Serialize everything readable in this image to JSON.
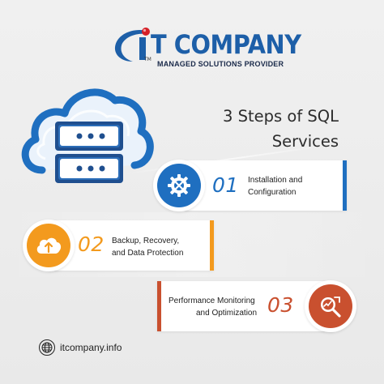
{
  "brand": {
    "name": "T COMPANY",
    "tm": "TM",
    "tagline": "MANAGED SOLUTIONS PROVIDER"
  },
  "headline": {
    "line1": "3 Steps of SQL",
    "line2": "Services"
  },
  "steps": [
    {
      "number": "01",
      "label_line1": "Installation and",
      "label_line2": "Configuration",
      "icon": "gear-wrench-icon",
      "color": "#1f6fc0"
    },
    {
      "number": "02",
      "label_line1": "Backup, Recovery,",
      "label_line2": "and Data Protection",
      "icon": "cloud-upload-icon",
      "color": "#f39a1e"
    },
    {
      "number": "03",
      "label_line1": "Performance Monitoring",
      "label_line2": "and Optimization",
      "icon": "magnifier-chart-icon",
      "color": "#c9502f"
    }
  ],
  "footer": {
    "website": "itcompany.info",
    "icon": "globe-icon"
  },
  "colors": {
    "brand_blue": "#1d5fa8",
    "brand_red": "#d62027",
    "background": "#ececec"
  }
}
